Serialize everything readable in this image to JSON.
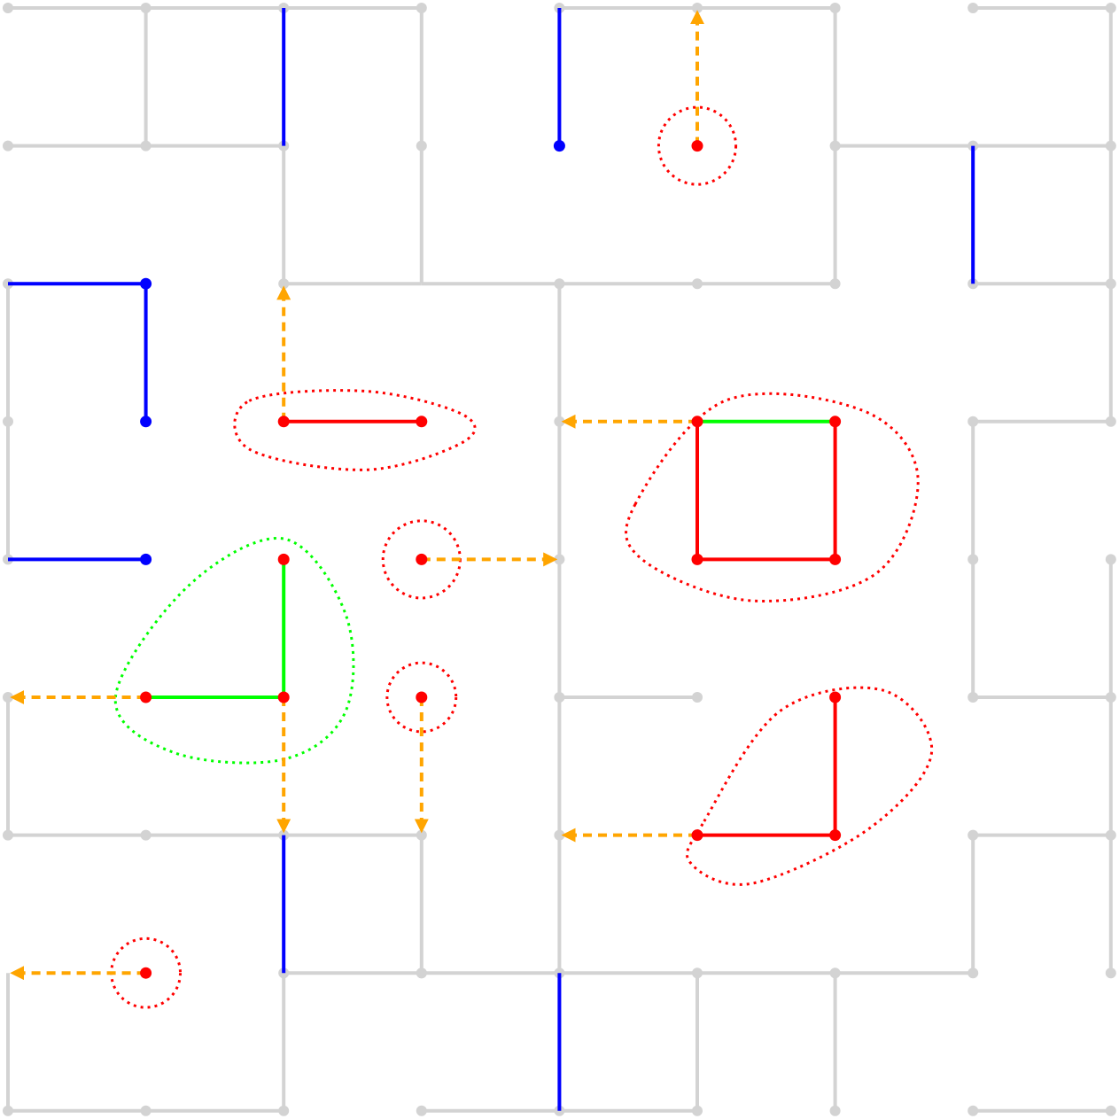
{
  "colors": {
    "grid": "#d3d3d3",
    "blue": "#0000ff",
    "red": "#ff0000",
    "green": "#00ff00",
    "orange": "#ffa500"
  },
  "grid": {
    "cols": 9,
    "rows": 9,
    "edges": [
      [
        [
          0,
          0
        ],
        [
          1,
          0
        ]
      ],
      [
        [
          1,
          0
        ],
        [
          2,
          0
        ]
      ],
      [
        [
          2,
          0
        ],
        [
          3,
          0
        ]
      ],
      [
        [
          4,
          0
        ],
        [
          5,
          0
        ]
      ],
      [
        [
          5,
          0
        ],
        [
          6,
          0
        ]
      ],
      [
        [
          7,
          0
        ],
        [
          8,
          0
        ]
      ],
      [
        [
          0,
          1
        ],
        [
          1,
          1
        ]
      ],
      [
        [
          1,
          1
        ],
        [
          2,
          1
        ]
      ],
      [
        [
          6,
          1
        ],
        [
          7,
          1
        ]
      ],
      [
        [
          7,
          1
        ],
        [
          8,
          1
        ]
      ],
      [
        [
          2,
          2
        ],
        [
          3,
          2
        ]
      ],
      [
        [
          3,
          2
        ],
        [
          4,
          2
        ]
      ],
      [
        [
          4,
          2
        ],
        [
          5,
          2
        ]
      ],
      [
        [
          5,
          2
        ],
        [
          6,
          2
        ]
      ],
      [
        [
          7,
          2
        ],
        [
          8,
          2
        ]
      ],
      [
        [
          7,
          3
        ],
        [
          8,
          3
        ]
      ],
      [
        [
          4,
          5
        ],
        [
          5,
          5
        ]
      ],
      [
        [
          7,
          5
        ],
        [
          8,
          5
        ]
      ],
      [
        [
          0,
          6
        ],
        [
          1,
          6
        ]
      ],
      [
        [
          1,
          6
        ],
        [
          2,
          6
        ]
      ],
      [
        [
          2,
          6
        ],
        [
          3,
          6
        ]
      ],
      [
        [
          7,
          6
        ],
        [
          8,
          6
        ]
      ],
      [
        [
          2,
          7
        ],
        [
          3,
          7
        ]
      ],
      [
        [
          3,
          7
        ],
        [
          4,
          7
        ]
      ],
      [
        [
          4,
          7
        ],
        [
          5,
          7
        ]
      ],
      [
        [
          5,
          7
        ],
        [
          6,
          7
        ]
      ],
      [
        [
          6,
          7
        ],
        [
          7,
          7
        ]
      ],
      [
        [
          0,
          8
        ],
        [
          1,
          8
        ]
      ],
      [
        [
          1,
          8
        ],
        [
          2,
          8
        ]
      ],
      [
        [
          3,
          8
        ],
        [
          4,
          8
        ]
      ],
      [
        [
          4,
          8
        ],
        [
          5,
          8
        ]
      ],
      [
        [
          7,
          8
        ],
        [
          8,
          8
        ]
      ],
      [
        [
          1,
          0
        ],
        [
          1,
          1
        ]
      ],
      [
        [
          3,
          0
        ],
        [
          3,
          1
        ]
      ],
      [
        [
          6,
          0
        ],
        [
          6,
          1
        ]
      ],
      [
        [
          6,
          1
        ],
        [
          6,
          2
        ]
      ],
      [
        [
          8,
          0
        ],
        [
          8,
          1
        ]
      ],
      [
        [
          8,
          1
        ],
        [
          8,
          2
        ]
      ],
      [
        [
          8,
          2
        ],
        [
          8,
          3
        ]
      ],
      [
        [
          2,
          1
        ],
        [
          2,
          2
        ]
      ],
      [
        [
          3,
          1
        ],
        [
          3,
          2
        ]
      ],
      [
        [
          0,
          2
        ],
        [
          0,
          3
        ]
      ],
      [
        [
          0,
          3
        ],
        [
          0,
          4
        ]
      ],
      [
        [
          4,
          2
        ],
        [
          4,
          3
        ]
      ],
      [
        [
          4,
          3
        ],
        [
          4,
          4
        ]
      ],
      [
        [
          4,
          4
        ],
        [
          4,
          5
        ]
      ],
      [
        [
          4,
          5
        ],
        [
          4,
          6
        ]
      ],
      [
        [
          4,
          6
        ],
        [
          4,
          7
        ]
      ],
      [
        [
          4,
          7
        ],
        [
          4,
          8
        ]
      ],
      [
        [
          7,
          3
        ],
        [
          7,
          4
        ]
      ],
      [
        [
          7,
          4
        ],
        [
          7,
          5
        ]
      ],
      [
        [
          8,
          4
        ],
        [
          8,
          5
        ]
      ],
      [
        [
          8,
          5
        ],
        [
          8,
          6
        ]
      ],
      [
        [
          8,
          6
        ],
        [
          8,
          7
        ]
      ],
      [
        [
          0,
          5
        ],
        [
          0,
          6
        ]
      ],
      [
        [
          3,
          6
        ],
        [
          3,
          7
        ]
      ],
      [
        [
          7,
          6
        ],
        [
          7,
          7
        ]
      ],
      [
        [
          0,
          7
        ],
        [
          0,
          8
        ]
      ],
      [
        [
          2,
          7
        ],
        [
          2,
          8
        ]
      ],
      [
        [
          5,
          7
        ],
        [
          5,
          8
        ]
      ],
      [
        [
          6,
          7
        ],
        [
          6,
          8
        ]
      ]
    ],
    "isolated_nodes": [
      [
        3,
        0
      ],
      [
        3,
        1
      ],
      [
        4,
        0
      ],
      [
        8,
        0
      ],
      [
        0,
        3
      ],
      [
        1,
        3
      ],
      [
        2,
        3
      ],
      [
        3,
        3
      ],
      [
        4,
        3
      ],
      [
        0,
        4
      ],
      [
        1,
        4
      ],
      [
        3,
        4
      ],
      [
        5,
        4
      ],
      [
        6,
        4
      ],
      [
        0,
        6
      ],
      [
        1,
        6
      ],
      [
        2,
        6
      ],
      [
        3,
        6
      ],
      [
        1,
        7
      ],
      [
        3,
        7
      ],
      [
        8,
        7
      ],
      [
        0,
        8
      ],
      [
        1,
        8
      ],
      [
        2,
        8
      ],
      [
        3,
        8
      ],
      [
        4,
        8
      ],
      [
        5,
        8
      ],
      [
        6,
        8
      ],
      [
        7,
        8
      ],
      [
        8,
        8
      ],
      [
        6,
        2
      ],
      [
        6,
        1
      ],
      [
        8,
        1
      ],
      [
        8,
        2
      ],
      [
        5,
        2
      ],
      [
        4,
        2
      ],
      [
        2,
        2
      ],
      [
        7,
        2
      ],
      [
        7,
        3
      ],
      [
        8,
        3
      ],
      [
        4,
        4
      ],
      [
        4,
        5
      ],
      [
        5,
        5
      ],
      [
        7,
        4
      ],
      [
        7,
        5
      ],
      [
        8,
        4
      ],
      [
        8,
        5
      ],
      [
        7,
        6
      ],
      [
        8,
        6
      ],
      [
        4,
        6
      ],
      [
        0,
        5
      ],
      [
        7,
        7
      ],
      [
        6,
        7
      ],
      [
        5,
        7
      ],
      [
        3,
        7
      ],
      [
        2,
        7
      ],
      [
        4,
        7
      ],
      [
        1,
        0
      ],
      [
        2,
        0
      ],
      [
        0,
        0
      ],
      [
        0,
        1
      ],
      [
        1,
        1
      ],
      [
        5,
        0
      ],
      [
        6,
        0
      ],
      [
        7,
        0
      ],
      [
        7,
        1
      ],
      [
        2,
        1
      ],
      [
        0,
        2
      ],
      [
        4,
        1
      ]
    ]
  },
  "blue_edges": [
    [
      [
        2,
        0
      ],
      [
        2,
        1
      ]
    ],
    [
      [
        4,
        0
      ],
      [
        4,
        1
      ]
    ],
    [
      [
        7,
        1
      ],
      [
        7,
        2
      ]
    ],
    [
      [
        0,
        2
      ],
      [
        1,
        2
      ]
    ],
    [
      [
        1,
        2
      ],
      [
        1,
        3
      ]
    ],
    [
      [
        0,
        4
      ],
      [
        1,
        4
      ]
    ],
    [
      [
        2,
        6
      ],
      [
        2,
        7
      ]
    ],
    [
      [
        4,
        7
      ],
      [
        4,
        8
      ]
    ]
  ],
  "blue_nodes": [
    [
      4,
      1
    ],
    [
      1,
      2
    ],
    [
      1,
      3
    ],
    [
      1,
      4
    ]
  ],
  "red_edges": [
    [
      [
        2,
        3
      ],
      [
        3,
        3
      ]
    ],
    [
      [
        5,
        3
      ],
      [
        5,
        4
      ]
    ],
    [
      [
        6,
        3
      ],
      [
        6,
        4
      ]
    ],
    [
      [
        5,
        4
      ],
      [
        6,
        4
      ]
    ],
    [
      [
        6,
        5
      ],
      [
        6,
        6
      ]
    ],
    [
      [
        5,
        6
      ],
      [
        6,
        6
      ]
    ]
  ],
  "green_edges": [
    [
      [
        5,
        3
      ],
      [
        6,
        3
      ]
    ],
    [
      [
        2,
        4
      ],
      [
        2,
        5
      ]
    ],
    [
      [
        1,
        5
      ],
      [
        2,
        5
      ]
    ]
  ],
  "red_nodes": [
    [
      5,
      1
    ],
    [
      2,
      3
    ],
    [
      3,
      3
    ],
    [
      5,
      3
    ],
    [
      6,
      3
    ],
    [
      3,
      4
    ],
    [
      5,
      4
    ],
    [
      6,
      4
    ],
    [
      2,
      4
    ],
    [
      1,
      5
    ],
    [
      2,
      5
    ],
    [
      3,
      5
    ],
    [
      6,
      5
    ],
    [
      5,
      6
    ],
    [
      6,
      6
    ],
    [
      1,
      7
    ]
  ],
  "orange_arrows": [
    [
      [
        5,
        1
      ],
      [
        5,
        0
      ]
    ],
    [
      [
        2,
        3
      ],
      [
        2,
        2
      ]
    ],
    [
      [
        5,
        3
      ],
      [
        4,
        3
      ]
    ],
    [
      [
        3,
        4
      ],
      [
        4,
        4
      ]
    ],
    [
      [
        1,
        5
      ],
      [
        0,
        5
      ]
    ],
    [
      [
        2,
        5
      ],
      [
        2,
        6
      ]
    ],
    [
      [
        3,
        5
      ],
      [
        3,
        6
      ]
    ],
    [
      [
        5,
        6
      ],
      [
        4,
        6
      ]
    ],
    [
      [
        1,
        7
      ],
      [
        0,
        7
      ]
    ]
  ],
  "red_loops": [
    {
      "type": "circle",
      "center": [
        5,
        1
      ],
      "r": 0.28
    },
    {
      "type": "circle",
      "center": [
        3,
        4
      ],
      "r": 0.28
    },
    {
      "type": "circle",
      "center": [
        3,
        5
      ],
      "r": 0.25
    },
    {
      "type": "circle",
      "center": [
        1,
        7
      ],
      "r": 0.25
    },
    {
      "type": "path",
      "points": [
        [
          1.75,
          2.85
        ],
        [
          2.6,
          2.78
        ],
        [
          3.3,
          2.95
        ],
        [
          3.3,
          3.15
        ],
        [
          2.6,
          3.35
        ],
        [
          1.75,
          3.2
        ]
      ]
    },
    {
      "type": "path",
      "points": [
        [
          4.55,
          3.6
        ],
        [
          5.2,
          2.85
        ],
        [
          6.2,
          2.92
        ],
        [
          6.6,
          3.4
        ],
        [
          6.3,
          4.1
        ],
        [
          5.4,
          4.3
        ],
        [
          4.6,
          4.0
        ]
      ]
    },
    {
      "type": "path",
      "points": [
        [
          5.05,
          5.9
        ],
        [
          5.6,
          5.1
        ],
        [
          6.35,
          4.95
        ],
        [
          6.7,
          5.4
        ],
        [
          6.25,
          5.95
        ],
        [
          5.4,
          6.35
        ],
        [
          4.95,
          6.2
        ]
      ]
    }
  ],
  "green_loops": [
    {
      "type": "path",
      "points": [
        [
          0.78,
          5.0
        ],
        [
          1.3,
          4.2
        ],
        [
          2.0,
          3.85
        ],
        [
          2.45,
          4.4
        ],
        [
          2.45,
          5.1
        ],
        [
          2.0,
          5.45
        ],
        [
          1.2,
          5.4
        ]
      ]
    }
  ]
}
